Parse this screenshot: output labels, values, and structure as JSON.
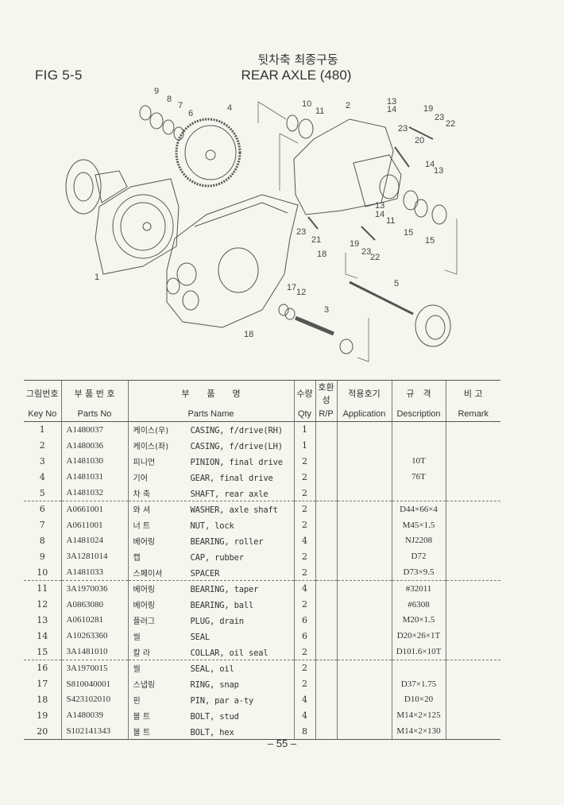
{
  "header": {
    "figure_label": "FIG 5-5",
    "title_ko": "뒷차축 최종구동",
    "title_en": "REAR AXLE (480)"
  },
  "diagram": {
    "description": "Exploded view of rear axle final drive assembly",
    "callouts": [
      "1",
      "2",
      "3",
      "4",
      "5",
      "6",
      "7",
      "8",
      "9",
      "10",
      "11",
      "11",
      "12",
      "13",
      "13",
      "13",
      "14",
      "14",
      "14",
      "15",
      "15",
      "17",
      "18",
      "18",
      "19",
      "19",
      "20",
      "21",
      "22",
      "22",
      "23",
      "23",
      "23"
    ]
  },
  "table": {
    "columns": [
      {
        "ko": "그림번호",
        "en": "Key No"
      },
      {
        "ko": "부 품 번 호",
        "en": "Parts No"
      },
      {
        "ko": "부　　품　　명",
        "en": "Parts Name"
      },
      {
        "ko": "수량",
        "en": "Qty"
      },
      {
        "ko": "호환성",
        "en": "R/P"
      },
      {
        "ko": "적용호기",
        "en": "Application"
      },
      {
        "ko": "규　격",
        "en": "Description"
      },
      {
        "ko": "비 고",
        "en": "Remark"
      }
    ],
    "rows": [
      {
        "key": "1",
        "parts_no": "A1480037",
        "name_ko": "케이스(우)",
        "name_en": "CASING, f/drive(RH)",
        "qty": "1",
        "rp": "",
        "application": "",
        "description": "",
        "remark": ""
      },
      {
        "key": "2",
        "parts_no": "A1480036",
        "name_ko": "케이스(좌)",
        "name_en": "CASING, f/drive(LH)",
        "qty": "1",
        "rp": "",
        "application": "",
        "description": "",
        "remark": ""
      },
      {
        "key": "3",
        "parts_no": "A1481030",
        "name_ko": "피니언",
        "name_en": "PINION, final drive",
        "qty": "2",
        "rp": "",
        "application": "",
        "description": "10T",
        "remark": ""
      },
      {
        "key": "4",
        "parts_no": "A1481031",
        "name_ko": "기어",
        "name_en": "GEAR, final drive",
        "qty": "2",
        "rp": "",
        "application": "",
        "description": "76T",
        "remark": ""
      },
      {
        "key": "5",
        "parts_no": "A1481032",
        "name_ko": "차 축",
        "name_en": "SHAFT, rear axle",
        "qty": "2",
        "rp": "",
        "application": "",
        "description": "",
        "remark": ""
      },
      {
        "key": "6",
        "parts_no": "A0661001",
        "name_ko": "와 셔",
        "name_en": "WASHER, axle shaft",
        "qty": "2",
        "rp": "",
        "application": "",
        "description": "D44×66×4",
        "remark": ""
      },
      {
        "key": "7",
        "parts_no": "A0611001",
        "name_ko": "너 트",
        "name_en": "NUT, lock",
        "qty": "2",
        "rp": "",
        "application": "",
        "description": "M45×1.5",
        "remark": ""
      },
      {
        "key": "8",
        "parts_no": "A1481024",
        "name_ko": "베어링",
        "name_en": "BEARING, roller",
        "qty": "4",
        "rp": "",
        "application": "",
        "description": "NJ2208",
        "remark": ""
      },
      {
        "key": "9",
        "parts_no": "3A1281014",
        "name_ko": "캡",
        "name_en": "CAP, rubber",
        "qty": "2",
        "rp": "",
        "application": "",
        "description": "D72",
        "remark": ""
      },
      {
        "key": "10",
        "parts_no": "A1481033",
        "name_ko": "스페이서",
        "name_en": "SPACER",
        "qty": "2",
        "rp": "",
        "application": "",
        "description": "D73×9.5",
        "remark": ""
      },
      {
        "key": "11",
        "parts_no": "3A1970036",
        "name_ko": "베어링",
        "name_en": "BEARING, taper",
        "qty": "4",
        "rp": "",
        "application": "",
        "description": "#32011",
        "remark": ""
      },
      {
        "key": "12",
        "parts_no": "A0863080",
        "name_ko": "베어링",
        "name_en": "BEARING, ball",
        "qty": "2",
        "rp": "",
        "application": "",
        "description": "#6308",
        "remark": ""
      },
      {
        "key": "13",
        "parts_no": "A0610281",
        "name_ko": "플러그",
        "name_en": "PLUG, drain",
        "qty": "6",
        "rp": "",
        "application": "",
        "description": "M20×1.5",
        "remark": ""
      },
      {
        "key": "14",
        "parts_no": "A10263360",
        "name_ko": "씰",
        "name_en": "SEAL",
        "qty": "6",
        "rp": "",
        "application": "",
        "description": "D20×26×1T",
        "remark": ""
      },
      {
        "key": "15",
        "parts_no": "3A1481010",
        "name_ko": "칼 라",
        "name_en": "COLLAR, oil seal",
        "qty": "2",
        "rp": "",
        "application": "",
        "description": "D101.6×10T",
        "remark": ""
      },
      {
        "key": "16",
        "parts_no": "3A1970015",
        "name_ko": "씰",
        "name_en": "SEAL, oil",
        "qty": "2",
        "rp": "",
        "application": "",
        "description": "",
        "remark": ""
      },
      {
        "key": "17",
        "parts_no": "S810040001",
        "name_ko": "스냅링",
        "name_en": "RING, snap",
        "qty": "2",
        "rp": "",
        "application": "",
        "description": "D37×1.75",
        "remark": ""
      },
      {
        "key": "18",
        "parts_no": "S423102010",
        "name_ko": "핀",
        "name_en": "PIN, par a-ty",
        "qty": "4",
        "rp": "",
        "application": "",
        "description": "D10×20",
        "remark": ""
      },
      {
        "key": "19",
        "parts_no": "A1480039",
        "name_ko": "볼 트",
        "name_en": "BOLT, stud",
        "qty": "4",
        "rp": "",
        "application": "",
        "description": "M14×2×125",
        "remark": ""
      },
      {
        "key": "20",
        "parts_no": "S102141343",
        "name_ko": "볼 트",
        "name_en": "BOLT, hex",
        "qty": "8",
        "rp": "",
        "application": "",
        "description": "M14×2×130",
        "remark": ""
      }
    ]
  },
  "footer": {
    "page_number": "– 55 –"
  }
}
